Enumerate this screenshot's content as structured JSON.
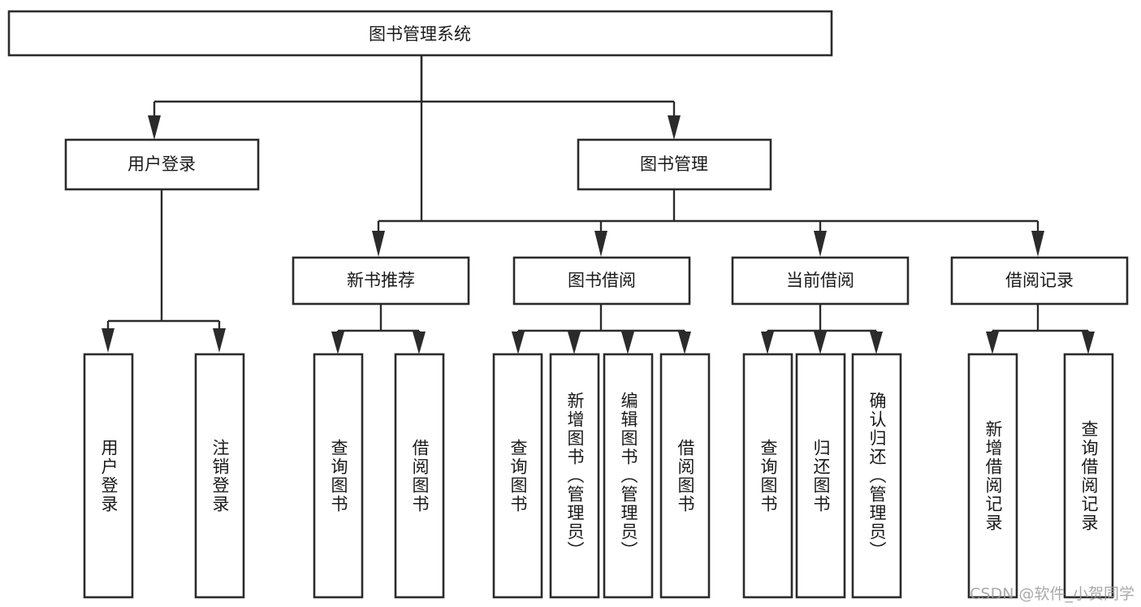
{
  "diagram": {
    "title_node": {
      "label": "图书管理系统"
    },
    "level1": [
      {
        "id": "user-login",
        "label": "用户登录"
      },
      {
        "id": "book-management",
        "label": "图书管理"
      }
    ],
    "level2": [
      {
        "id": "new-book-recommend",
        "label": "新书推荐"
      },
      {
        "id": "book-borrow",
        "label": "图书借阅"
      },
      {
        "id": "current-borrow",
        "label": "当前借阅"
      },
      {
        "id": "borrow-record",
        "label": "借阅记录"
      }
    ],
    "leaves": [
      {
        "id": "leaf-user-login",
        "label": "用户登录",
        "group": "user-login"
      },
      {
        "id": "leaf-logout",
        "label": "注销登录",
        "group": "user-login"
      },
      {
        "id": "leaf-query-book-1",
        "label": "查询图书",
        "group": "new-book-recommend"
      },
      {
        "id": "leaf-borrow-book-1",
        "label": "借阅图书",
        "group": "new-book-recommend"
      },
      {
        "id": "leaf-query-book-2",
        "label": "查询图书",
        "group": "book-borrow"
      },
      {
        "id": "leaf-add-book",
        "label": "新增图书（管理员）",
        "group": "book-borrow"
      },
      {
        "id": "leaf-edit-book",
        "label": "编辑图书（管理员）",
        "group": "book-borrow"
      },
      {
        "id": "leaf-borrow-book-2",
        "label": "借阅图书",
        "group": "book-borrow"
      },
      {
        "id": "leaf-query-book-3",
        "label": "查询图书",
        "group": "current-borrow"
      },
      {
        "id": "leaf-return-book",
        "label": "归还图书",
        "group": "current-borrow"
      },
      {
        "id": "leaf-confirm-return",
        "label": "确认归还（管理员）",
        "group": "current-borrow"
      },
      {
        "id": "leaf-add-record",
        "label": "新增借阅记录",
        "group": "borrow-record"
      },
      {
        "id": "leaf-query-record",
        "label": "查询借阅记录",
        "group": "borrow-record"
      }
    ],
    "colors": {
      "stroke": "#2b2b2b",
      "box_fill": "#ffffff",
      "text": "#1a1a1a",
      "watermark": "#9b9b9b",
      "background": "#ffffff"
    }
  },
  "watermark": {
    "text": "CSDN @软件_小贺同学"
  }
}
